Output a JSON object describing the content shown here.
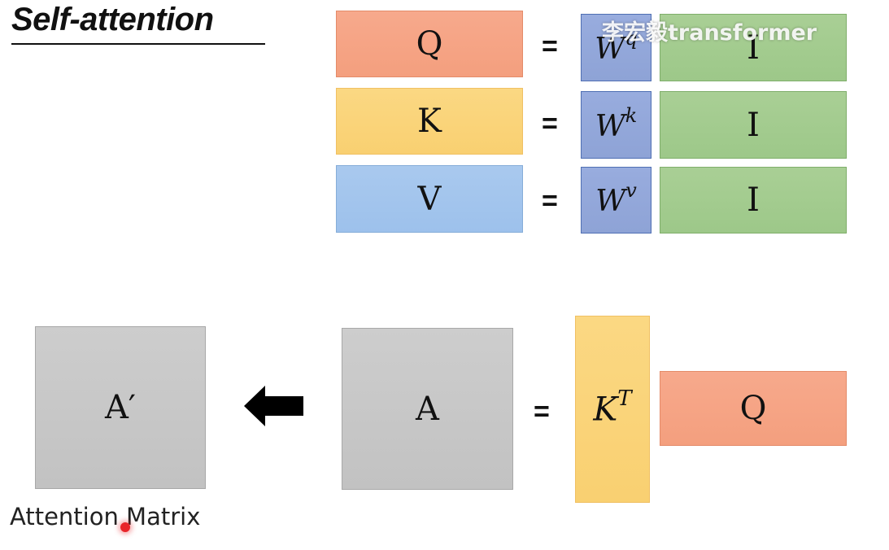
{
  "title": "Self-attention",
  "watermark": "李宏毅transformer",
  "rows": [
    {
      "output": "Q",
      "equals": "=",
      "weight": "W",
      "weight_sup": "q",
      "input": "I"
    },
    {
      "output": "K",
      "equals": "=",
      "weight": "W",
      "weight_sup": "k",
      "input": "I"
    },
    {
      "output": "V",
      "equals": "=",
      "weight": "W",
      "weight_sup": "v",
      "input": "I"
    }
  ],
  "attention": {
    "a_prime": "A′",
    "a": "A",
    "equals": "=",
    "kt": "K",
    "kt_sup": "T",
    "q": "Q",
    "caption": "Attention Matrix"
  },
  "colors": {
    "q": "#f49f7e",
    "k": "#f9d071",
    "v": "#9dc1ec",
    "w": "#8ea3d6",
    "i": "#9dc889",
    "a": "#c2c2c2"
  },
  "icons": [
    "left-arrow-icon",
    "cursor-dot"
  ]
}
